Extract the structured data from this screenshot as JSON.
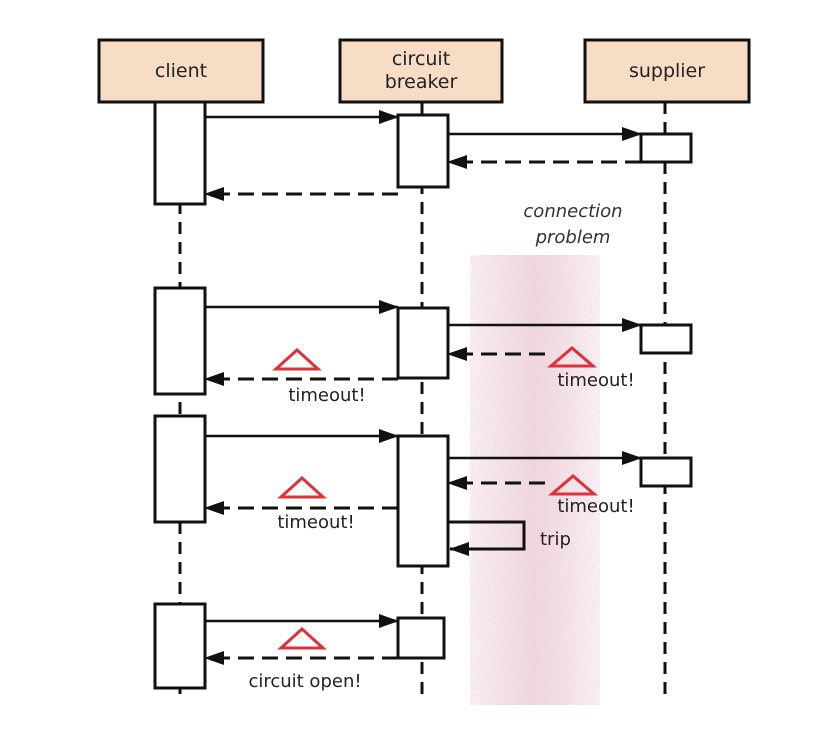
{
  "participants": {
    "client": "client",
    "breaker_line1": "circuit",
    "breaker_line2": "breaker",
    "supplier": "supplier"
  },
  "annotations": {
    "connection_line1": "connection",
    "connection_line2": "problem",
    "timeout_left_1": "timeout!",
    "timeout_right_1": "timeout!",
    "timeout_left_2": "timeout!",
    "timeout_right_2": "timeout!",
    "trip": "trip",
    "circuit_open": "circuit open!"
  },
  "colors": {
    "header_fill": "#f7dcc6",
    "line": "#111111",
    "warning": "#e0303a",
    "fog": "#d9a3b4"
  }
}
